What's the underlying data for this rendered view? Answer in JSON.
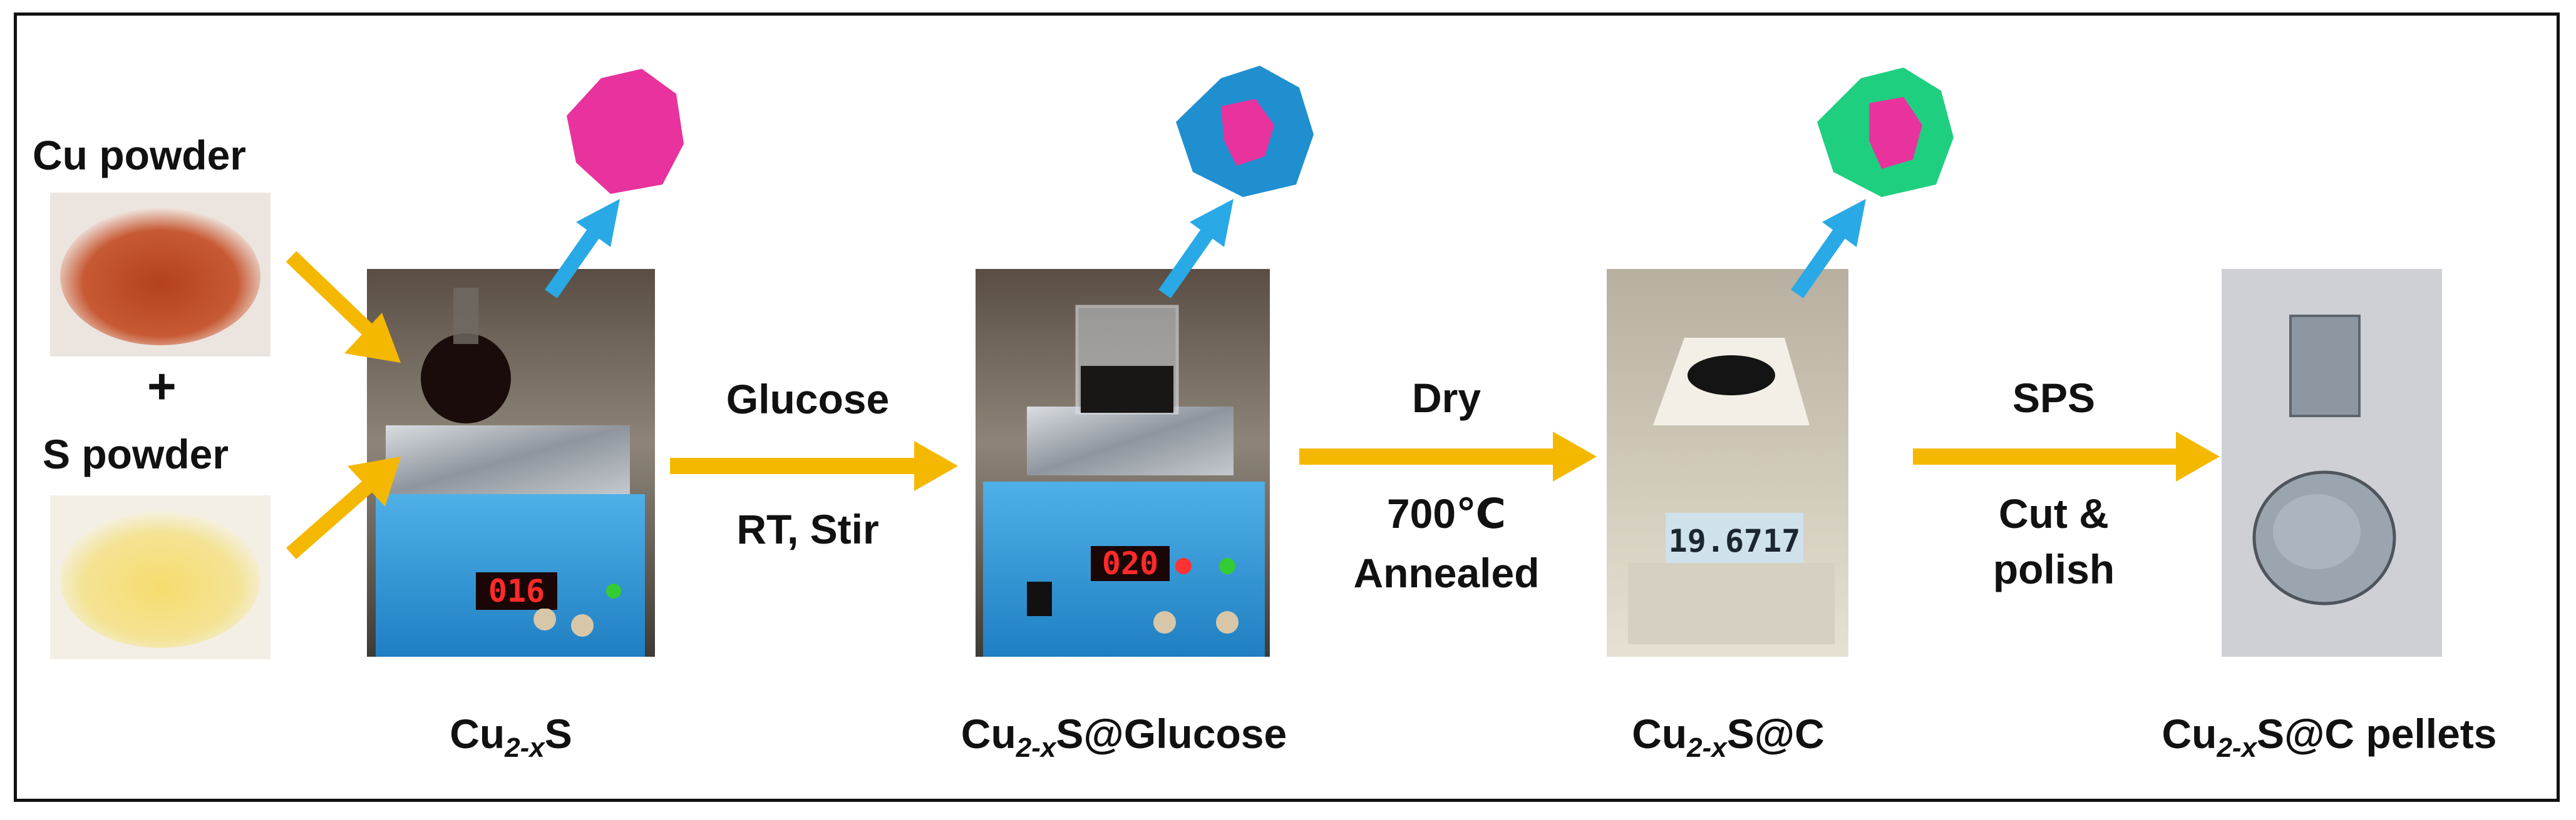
{
  "inputs": {
    "cu_label": "Cu powder",
    "plus": "+",
    "s_label": "S powder"
  },
  "steps": [
    {
      "top": "Glucose",
      "bottom": "RT, Stir"
    },
    {
      "top": "Dry",
      "bottom_line1": "700℃",
      "bottom_line2": "Annealed"
    },
    {
      "top": "SPS",
      "bottom_line1": "Cut &",
      "bottom_line2": "polish"
    }
  ],
  "products": [
    {
      "base": "Cu",
      "subscript": "2-x",
      "suffix": "S"
    },
    {
      "base": "Cu",
      "subscript": "2-x",
      "suffix": "S@Glucose"
    },
    {
      "base": "Cu",
      "subscript": "2-x",
      "suffix": "S@C"
    },
    {
      "base": "Cu",
      "subscript": "2-x",
      "suffix": "S@C pellets"
    }
  ],
  "readouts": {
    "stirrer1": "016",
    "stirrer2": "020",
    "balance": "19.6717"
  },
  "colors": {
    "arrow_main": "#f5b800",
    "arrow_blue": "#29a9e6",
    "core_particle": "#e8329e",
    "shell_glucose": "#1f8fd0",
    "shell_carbon": "#1fcf80"
  }
}
